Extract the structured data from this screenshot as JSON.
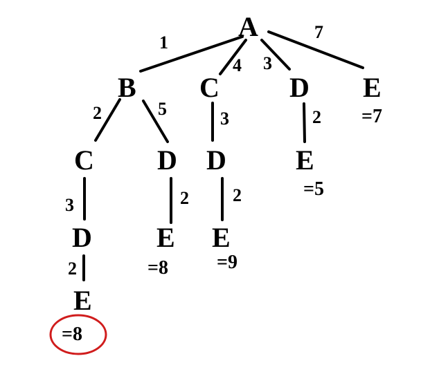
{
  "diagram": {
    "nodes": {
      "a": "A",
      "b": "B",
      "c1": "C",
      "d1": "D",
      "e1": "E",
      "c2": "C",
      "d2": "D",
      "d3": "D",
      "d4": "D",
      "e2": "E",
      "e3": "E",
      "e4": "E",
      "e5": "E"
    },
    "weights": {
      "a_b": "1",
      "a_c": "4",
      "a_d": "3",
      "a_e": "7",
      "b_c": "2",
      "b_d": "5",
      "c_d_left": "3",
      "d_e_left": "2",
      "d_e_mid": "2",
      "c_d_mid": "3",
      "d_e_mid2": "2",
      "d_e_right": "2"
    },
    "totals": {
      "path_bcde": "=8",
      "path_bde": "=8",
      "path_cde": "=9",
      "path_de": "=5",
      "path_e": "=7"
    },
    "highlight_color": "#d01c1c"
  }
}
